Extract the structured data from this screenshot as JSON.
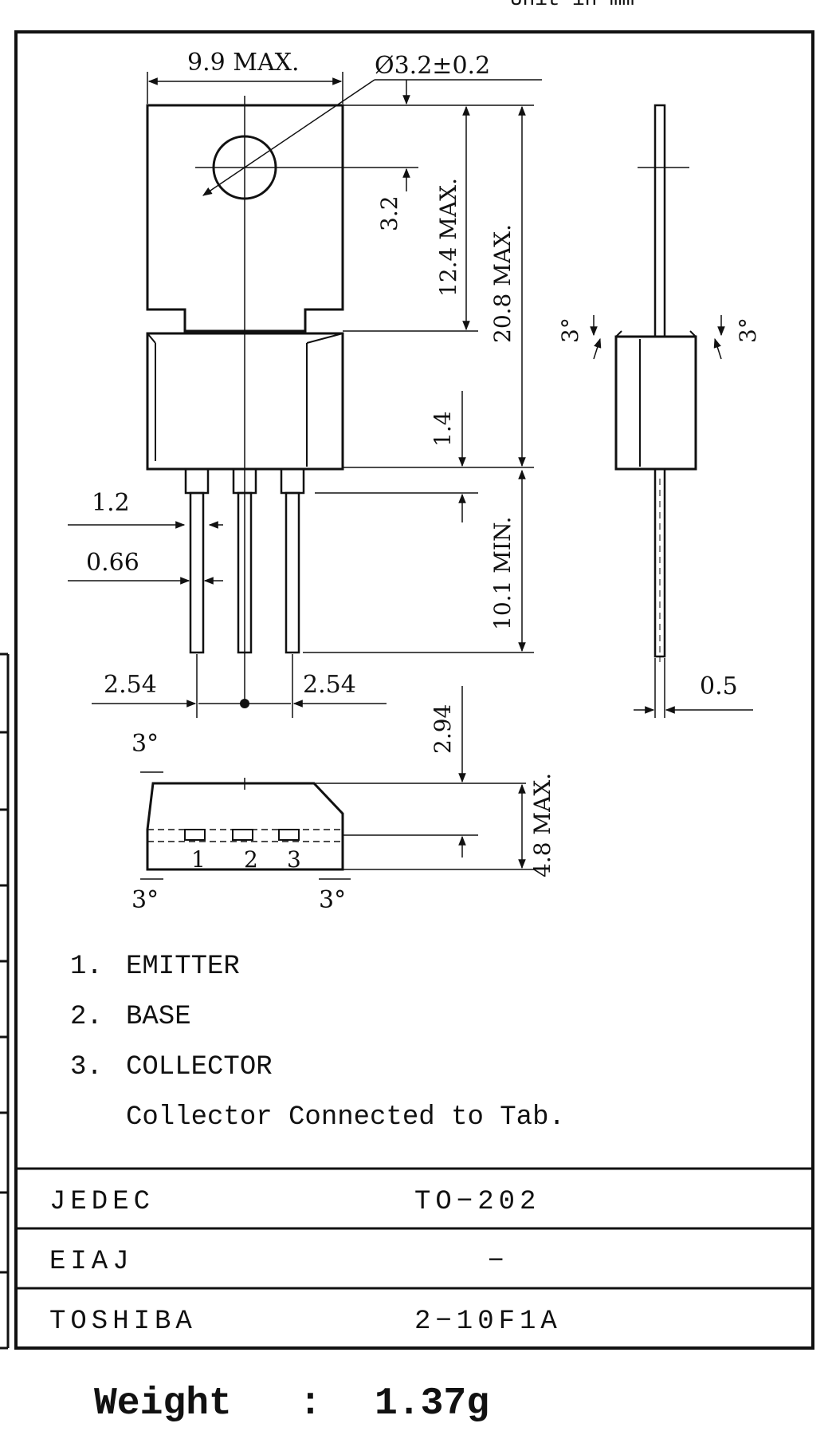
{
  "header_fragment": "Unit in mm",
  "dimensions": {
    "tab_width": "9.9 MAX.",
    "hole_diameter": "Ø3.2±0.2",
    "hole_center": "3.2",
    "tab_height": "12.4 MAX.",
    "body_height": "20.8 MAX.",
    "tab_to_body": "1.4",
    "lead_length": "10.1 MIN.",
    "lead_width_top": "1.2",
    "lead_width": "0.66",
    "pitch_left": "2.54",
    "pitch_right": "2.54",
    "lead_thickness": "0.5",
    "side_angle_left": "3°",
    "side_angle_right": "3°",
    "bottom_angle_tl": "3°",
    "bottom_angle_bl": "3°",
    "bottom_angle_br": "3°",
    "bottom_offset": "2.94",
    "bottom_thickness": "4.8 MAX.",
    "pin_num_1": "1",
    "pin_num_2": "2",
    "pin_num_3": "3"
  },
  "pins": [
    {
      "num": "1.",
      "name": "EMITTER"
    },
    {
      "num": "2.",
      "name": "BASE"
    },
    {
      "num": "3.",
      "name": "COLLECTOR"
    }
  ],
  "note": "Collector Connected to Tab.",
  "package_table": [
    {
      "standard": "JEDEC",
      "code": "TO−202"
    },
    {
      "standard": "EIAJ",
      "code": "−"
    },
    {
      "standard": "TOSHIBA",
      "code": "2−10F1A"
    }
  ],
  "weight": {
    "label": "Weight",
    "separator": ":",
    "value": "1.37g"
  }
}
